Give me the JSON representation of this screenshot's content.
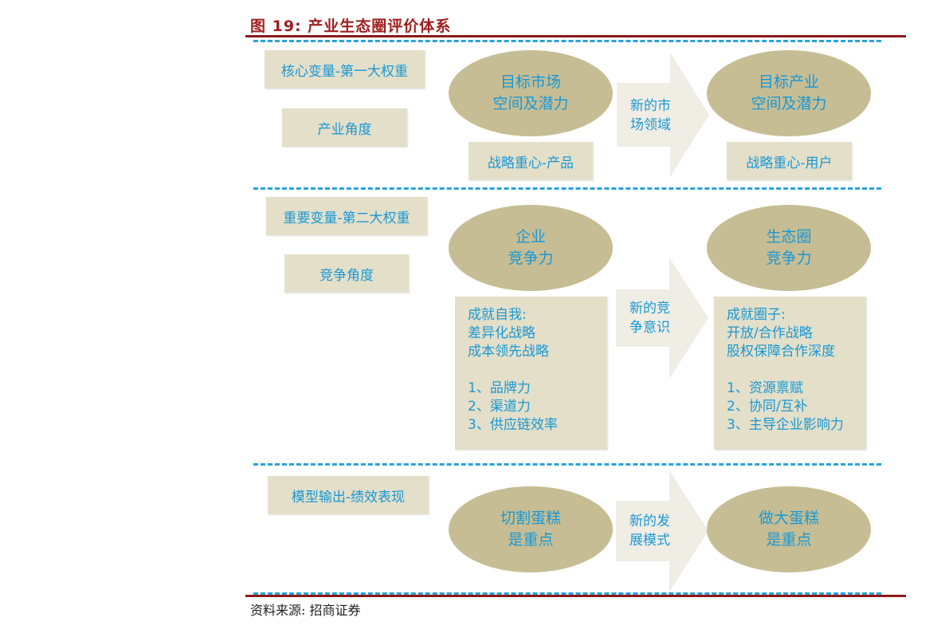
{
  "title": "图 19:  产业生态圈评价体系",
  "colors": {
    "accent": "#1a98d4",
    "box_bg": "#e3dfc9",
    "ellipse_bg": "#c6bd94",
    "rule": "#8b1a1a",
    "dash": "#29a3dc"
  },
  "section1": {
    "label": "核心变量-第一大权重",
    "angle": "产业角度",
    "left_ellipse": [
      "目标市场",
      "空间及潜力"
    ],
    "left_box": "战略重心-产品",
    "arrow": [
      "新的市",
      "场领域"
    ],
    "right_ellipse": [
      "目标产业",
      "空间及潜力"
    ],
    "right_box": "战略重心-用户"
  },
  "section2": {
    "label": "重要变量-第二大权重",
    "angle": "竞争角度",
    "left_ellipse": [
      "企业",
      "竞争力"
    ],
    "arrow": [
      "新的竞",
      "争意识"
    ],
    "right_ellipse": [
      "生态圈",
      "竞争力"
    ],
    "left_detail": {
      "heading": "成就自我:",
      "lines": [
        "差异化战略",
        "成本领先战略"
      ],
      "items": [
        "1、品牌力",
        "2、渠道力",
        "3、供应链效率"
      ]
    },
    "right_detail": {
      "heading": "成就圈子:",
      "lines": [
        "开放/合作战略",
        "股权保障合作深度"
      ],
      "items": [
        "1、资源禀赋",
        "2、协同/互补",
        "3、主导企业影响力"
      ]
    }
  },
  "section3": {
    "label": "模型输出-绩效表现",
    "left_ellipse": [
      "切割蛋糕",
      "是重点"
    ],
    "arrow": [
      "新的发",
      "展模式"
    ],
    "right_ellipse": [
      "做大蛋糕",
      "是重点"
    ]
  },
  "source": "资料来源: 招商证券"
}
